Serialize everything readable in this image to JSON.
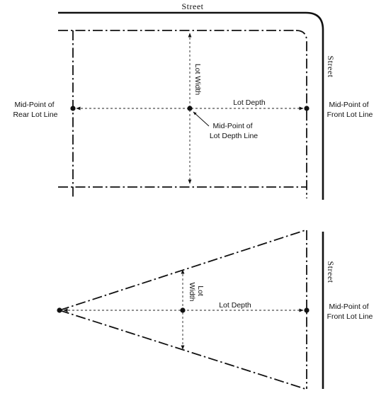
{
  "colors": {
    "line": "#111111",
    "background": "#ffffff"
  },
  "top_figure": {
    "street_top_label": "Street",
    "street_right_label": "Street",
    "lot_width_label": "Lot Width",
    "lot_depth_label": "Lot Depth",
    "rear_midpoint_label": [
      "Mid-Point of",
      "Rear Lot Line"
    ],
    "front_midpoint_label": [
      "Mid-Point of",
      "Front Lot Line"
    ],
    "center_midpoint_label": [
      "Mid-Point of",
      "Lot Depth Line"
    ]
  },
  "bottom_figure": {
    "street_right_label": "Street",
    "lot_width_label": [
      "Lot",
      "Width"
    ],
    "lot_depth_label": "Lot Depth",
    "front_midpoint_label": [
      "Mid-Point of",
      "Front Lot Line"
    ]
  }
}
